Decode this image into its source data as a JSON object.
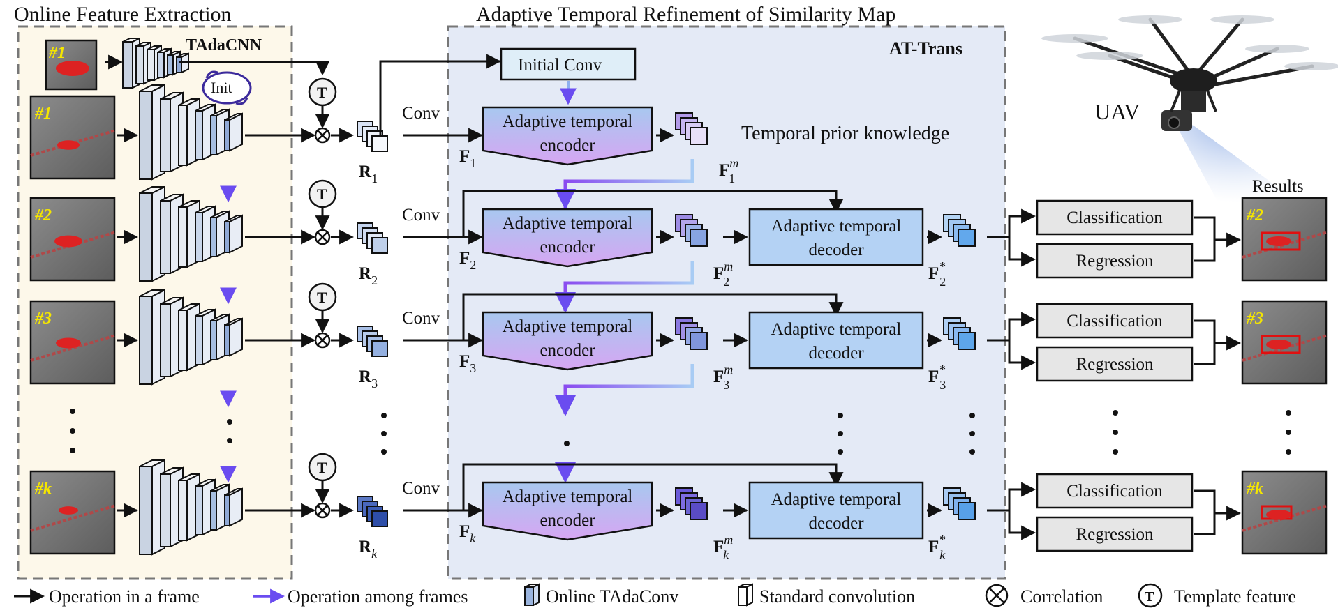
{
  "sections": {
    "left_title": "Online Feature Extraction",
    "middle_title": "Adaptive Temporal Refinement of Similarity Map",
    "backbone_label": "TAdaCNN",
    "transformer_label": "AT-Trans",
    "init_label": "Init",
    "template_symbol": "T",
    "uav_label": "UAV",
    "results_label": "Results",
    "prior_knowledge": "Temporal prior knowledge"
  },
  "frames": [
    {
      "tag": "#1",
      "role": "template"
    },
    {
      "tag": "#1",
      "role": "search"
    },
    {
      "tag": "#2",
      "role": "search"
    },
    {
      "tag": "#3",
      "role": "search"
    },
    {
      "tag": "#k",
      "role": "search"
    }
  ],
  "rows": [
    {
      "r": "R",
      "r_sub": "1",
      "conv": "Conv",
      "f": "F",
      "f_sub": "1",
      "encoder": "Adaptive temporal\nencoder",
      "fm_sub": "1",
      "fm_sup": "m"
    },
    {
      "r": "R",
      "r_sub": "2",
      "conv": "Conv",
      "f": "F",
      "f_sub": "2",
      "encoder": "Adaptive temporal\nencoder",
      "fm_sub": "2",
      "fm_sup": "m",
      "decoder": "Adaptive temporal\ndecoder",
      "fs_sub": "2",
      "fs_sup": "*",
      "result_tag": "#2"
    },
    {
      "r": "R",
      "r_sub": "3",
      "conv": "Conv",
      "f": "F",
      "f_sub": "3",
      "encoder": "Adaptive temporal\nencoder",
      "fm_sub": "3",
      "fm_sup": "m",
      "decoder": "Adaptive temporal\ndecoder",
      "fs_sub": "3",
      "fs_sup": "*",
      "result_tag": "#3"
    },
    {
      "r": "R",
      "r_sub": "k",
      "conv": "Conv",
      "f": "F",
      "f_sub": "k",
      "encoder": "Adaptive temporal\nencoder",
      "fm_sub": "k",
      "fm_sup": "m",
      "decoder": "Adaptive temporal\ndecoder",
      "fs_sub": "k",
      "fs_sup": "*",
      "result_tag": "#k"
    }
  ],
  "initial_conv": "Initial Conv",
  "heads": {
    "classification": "Classification",
    "regression": "Regression"
  },
  "legend": {
    "in_frame": "Operation in a frame",
    "among_frames": "Operation among frames",
    "tada": "Online TAdaConv",
    "standard": "Standard convolution",
    "correlation": "Correlation",
    "template": "Template feature"
  },
  "colors": {
    "left_panel_bg": "#fdf8ea",
    "middle_panel_bg": "#e4eaf6",
    "encoder_top": "#a8c8f0",
    "encoder_bottom": "#d4a8f2",
    "decoder_fill": "#b4d2f4",
    "initconv_fill": "#dfeef8",
    "head_fill": "#e6e6e6",
    "among_arrow": "#7a5cf0",
    "frame_tag": "#f5e600",
    "result_box": "#e01010"
  }
}
